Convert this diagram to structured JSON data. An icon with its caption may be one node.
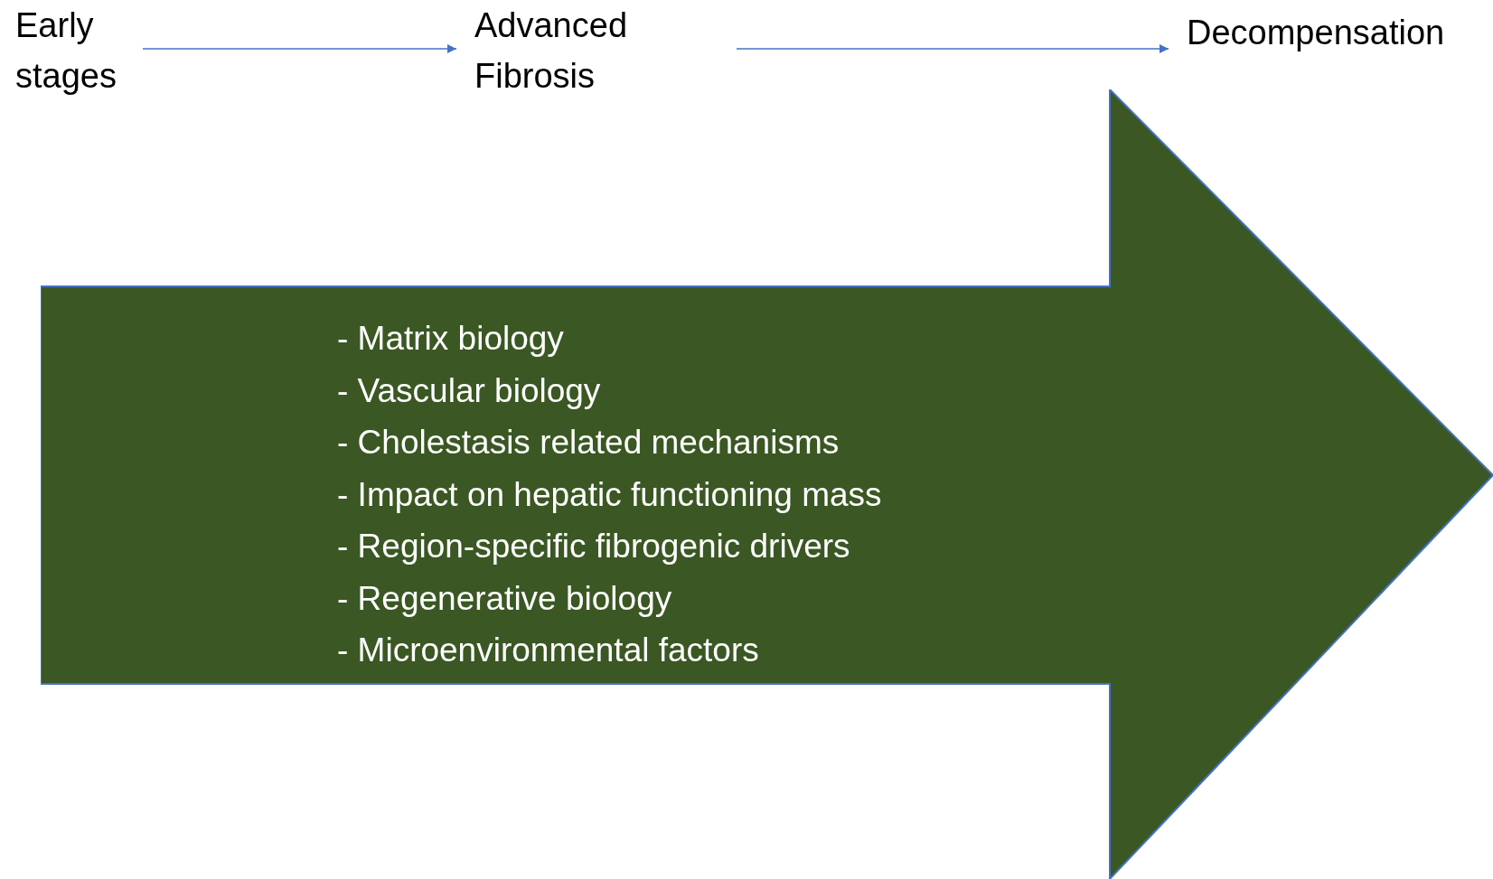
{
  "diagram": {
    "nodes": [
      {
        "text": [
          "Early stages"
        ]
      },
      {
        "text": [
          "Advanced Fibrosis"
        ]
      },
      {
        "text": [
          "Decompensation"
        ]
      },
      {
        "text": [
          "- Matrix biology",
          "- Vascular biology",
          "- Cholestasis related mechanisms",
          "- Impact on hepatic functioning mass",
          "- Region-specific fibrogenic drivers",
          "- Regenerative biology",
          "- Microenvironmental factors"
        ]
      }
    ],
    "edges": [
      {
        "from": 0,
        "to": 1,
        "arrow": "to"
      },
      {
        "from": 1,
        "to": 2,
        "arrow": "to"
      }
    ]
  }
}
